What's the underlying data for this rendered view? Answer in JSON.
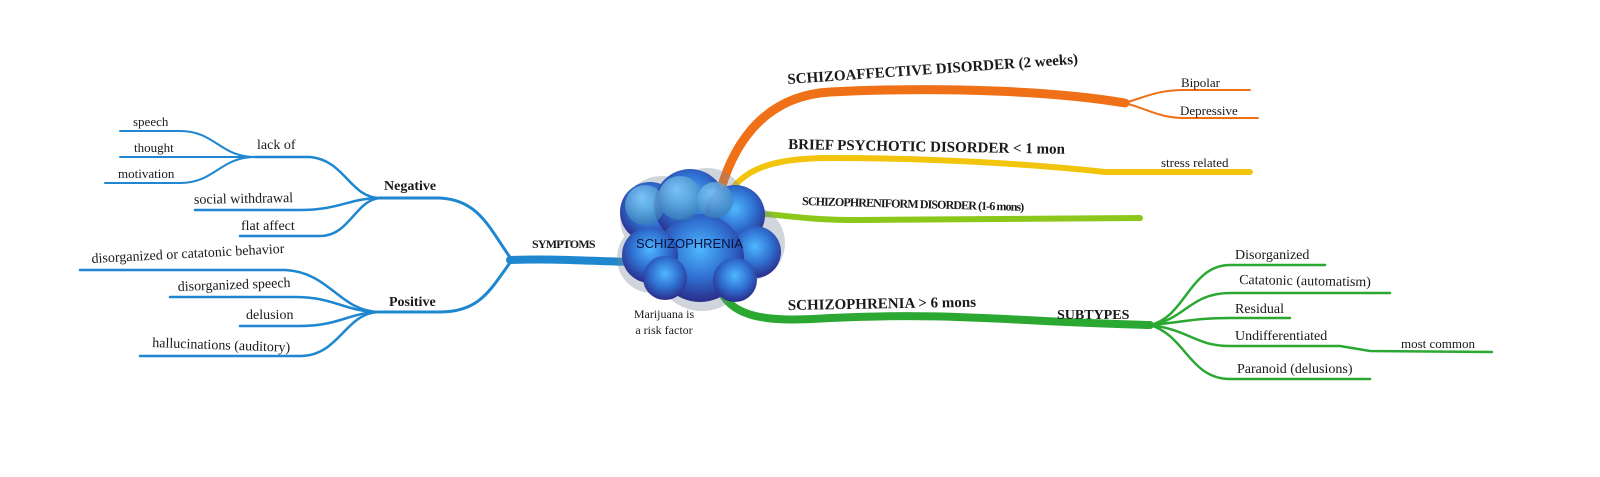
{
  "center": {
    "title": "SCHIZOPHRENIA",
    "note_line1": "Marijuana is",
    "note_line2": "a risk factor"
  },
  "symptoms": {
    "label": "SYMPTOMS",
    "negative": {
      "label": "Negative",
      "lack_of": {
        "label": "lack of",
        "items": [
          "speech",
          "thought",
          "motivation"
        ]
      },
      "items": [
        "social withdrawal",
        "flat affect"
      ]
    },
    "positive": {
      "label": "Positive",
      "items": [
        "disorganized or catatonic behavior",
        "disorganized speech",
        "delusion",
        "hallucinations (auditory)"
      ]
    }
  },
  "schizoaffective": {
    "label": "SCHIZOAFFECTIVE DISORDER (2 weeks)",
    "items": [
      "Bipolar",
      "Depressive"
    ]
  },
  "brief_psychotic": {
    "label": "BRIEF PSYCHOTIC DISORDER < 1 mon",
    "items": [
      "stress related"
    ]
  },
  "schizophreniform": {
    "label": "SCHIZOPHRENIFORM DISORDER (1-6 mons)"
  },
  "schizophrenia_long": {
    "label": "SCHIZOPHRENIA > 6 mons",
    "subtypes": {
      "label": "SUBTYPES",
      "items": [
        "Disorganized",
        "Catatonic (automatism)",
        "Residual",
        "Undifferentiated",
        "Paranoid (delusions)"
      ],
      "undifferentiated_note": "most common"
    }
  },
  "colors": {
    "blue": "#1f86d0",
    "orange": "#f07018",
    "yellow": "#f2c40c",
    "lime": "#8cc81c",
    "green": "#2aa832"
  }
}
